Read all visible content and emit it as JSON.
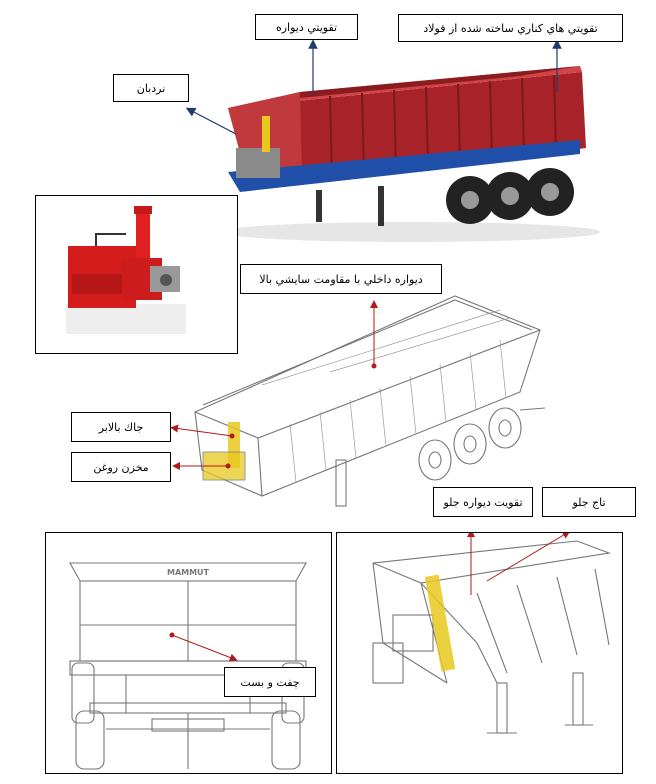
{
  "labels": {
    "wall_reinforcement": "تقويتي ديواره",
    "steel_edge_reinforcement": "تقويتي هاي كناري ساخته شده از فولاد",
    "ladder": "نردبان",
    "inner_wall": "ديواره داخلي با مقاومت سايشي بالا",
    "lift_jack": "جاك بالابر",
    "oil_tank": "مخزن روغن",
    "front_wall_reinforcement": "تقويت ديواره جلو",
    "front_crown": "تاج جلو",
    "latch_lock": "چفت و بست"
  },
  "brand": {
    "text": "MAMMUT"
  },
  "colors": {
    "body_red": "#b3262b",
    "chassis_blue": "#1f4fa8",
    "jack_yellow": "#e8c81e",
    "arrow_navy": "#1f3b6e",
    "arrow_red": "#b01a1a"
  }
}
